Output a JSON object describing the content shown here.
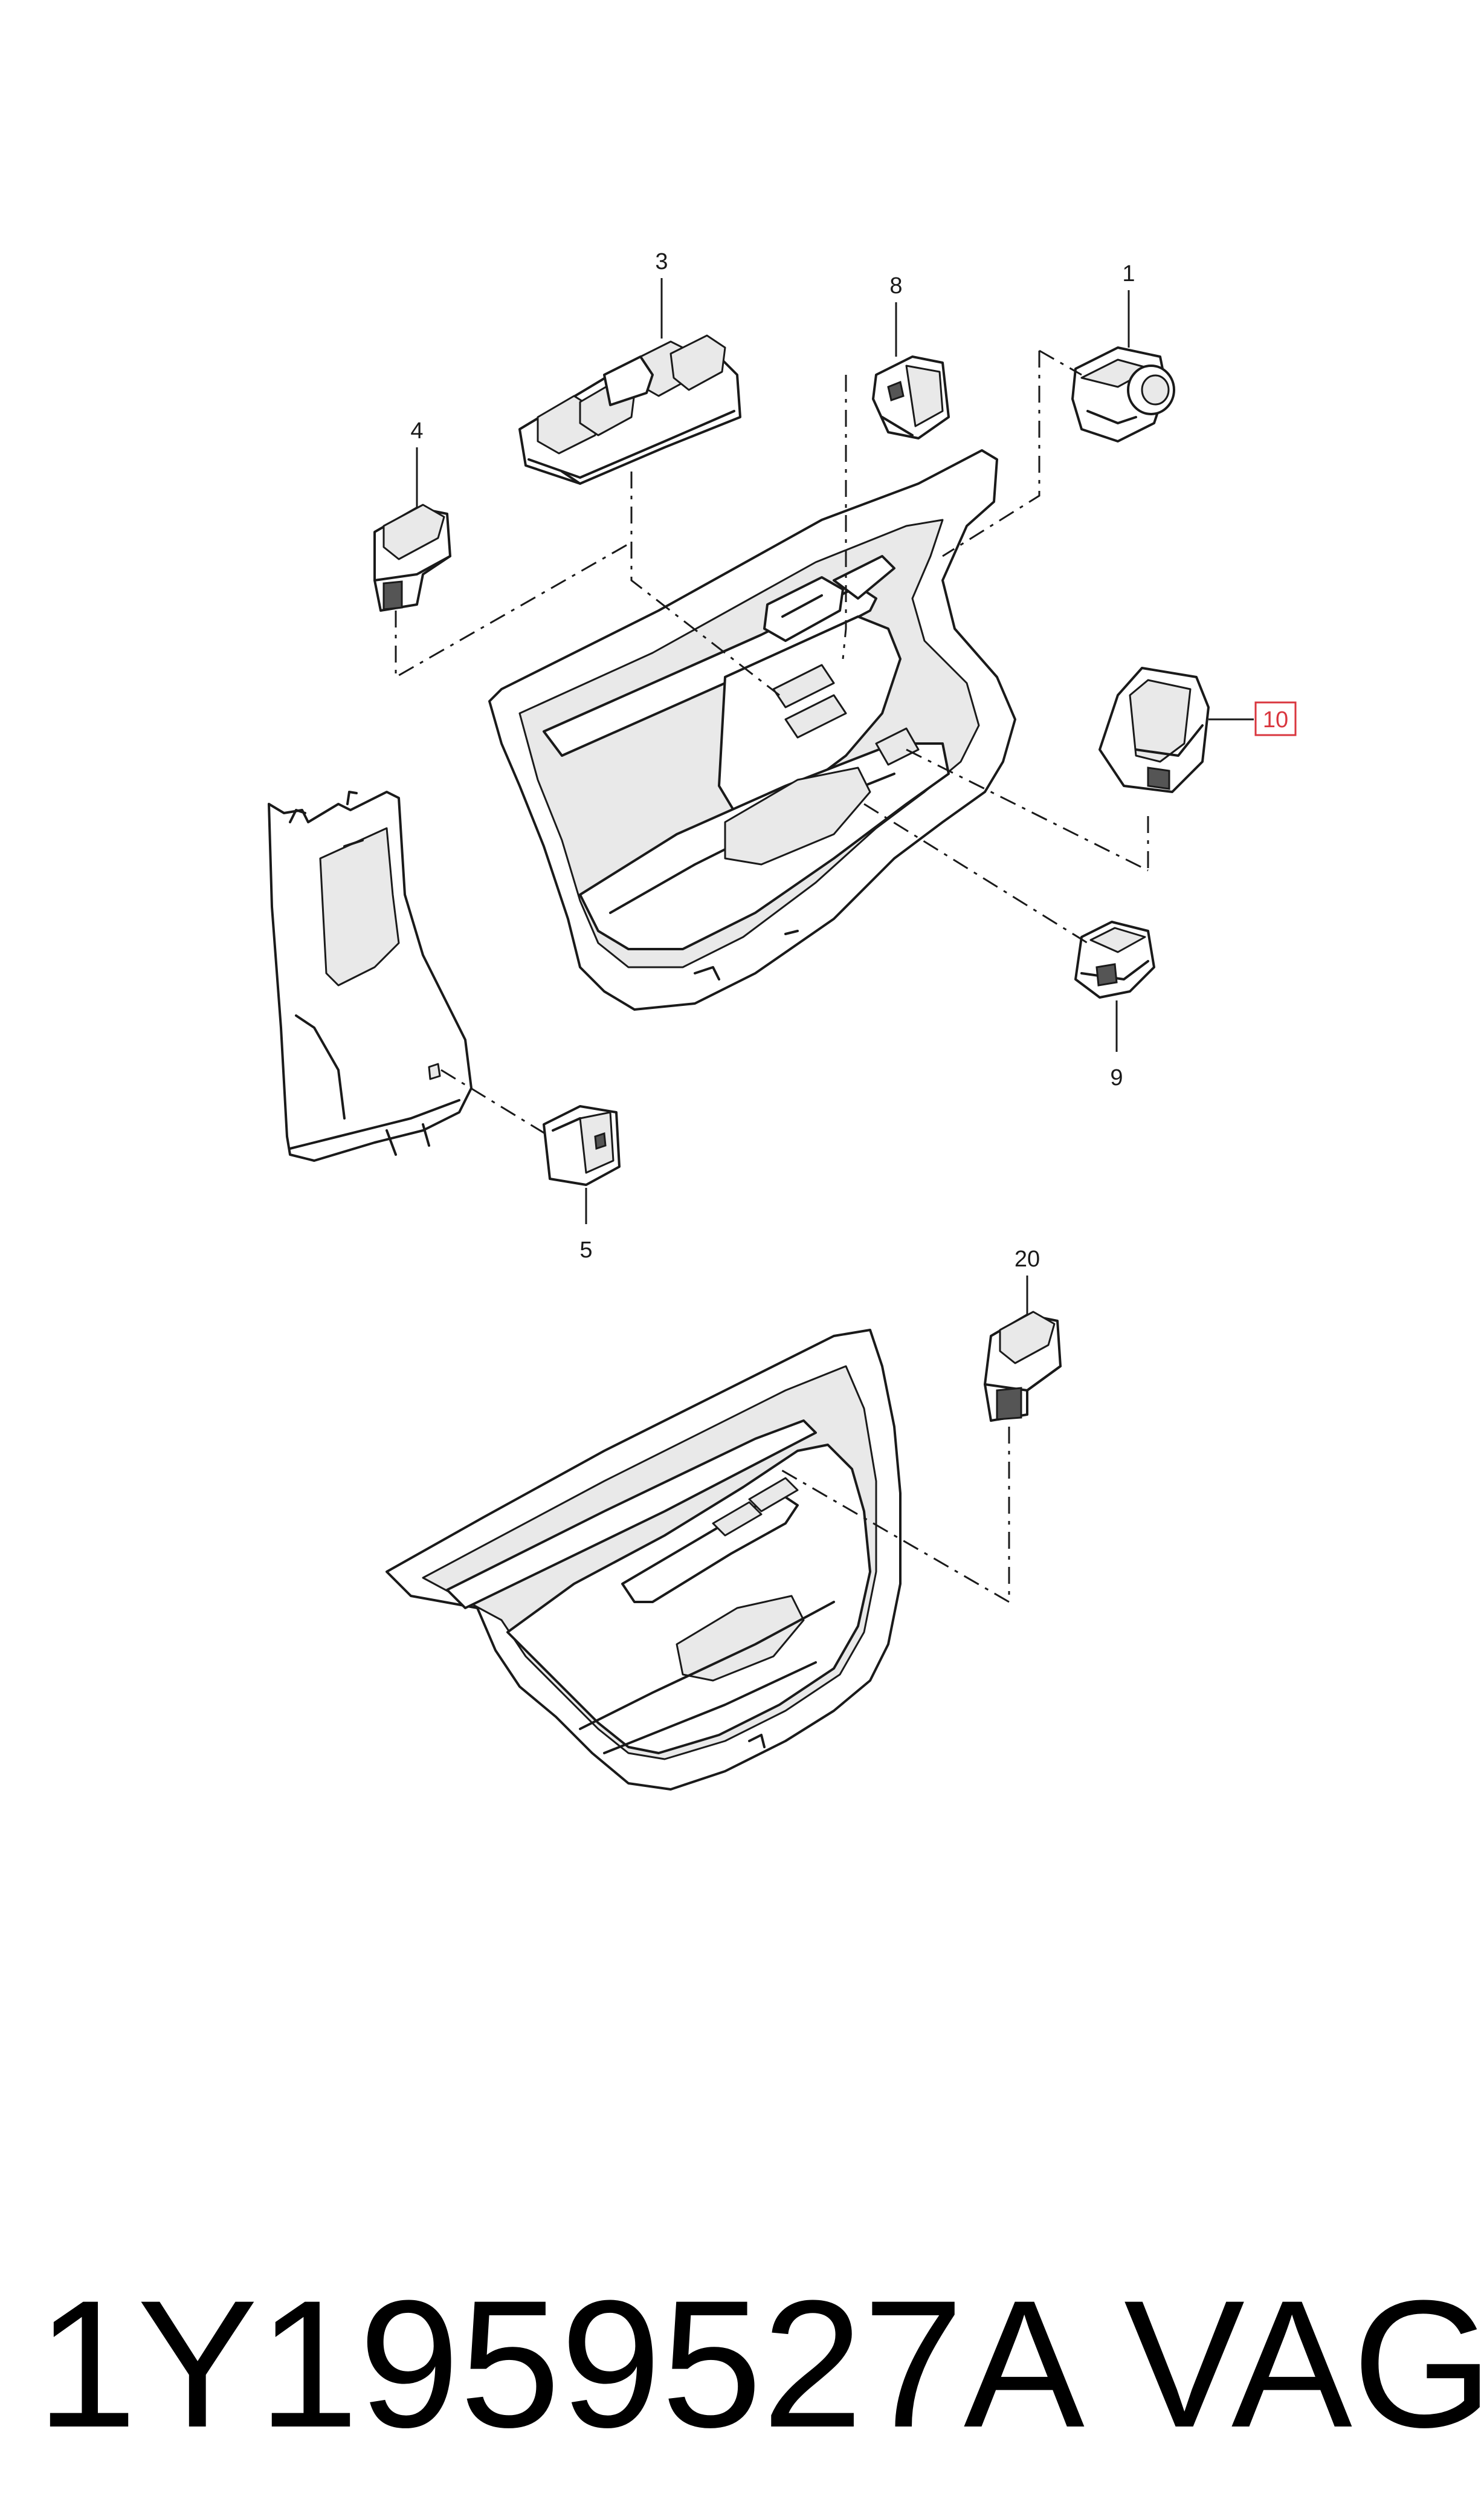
{
  "callouts": {
    "c1": "1",
    "c3": "3",
    "c4": "4",
    "c5": "5",
    "c8": "8",
    "c9": "9",
    "c10": "10",
    "c20": "20"
  },
  "highlighted_callout": "10",
  "colors": {
    "line": "#1a1a1a",
    "highlight": "#d9363e"
  },
  "footer": {
    "part_number": "1Y1959527A",
    "brand": "VAG"
  }
}
